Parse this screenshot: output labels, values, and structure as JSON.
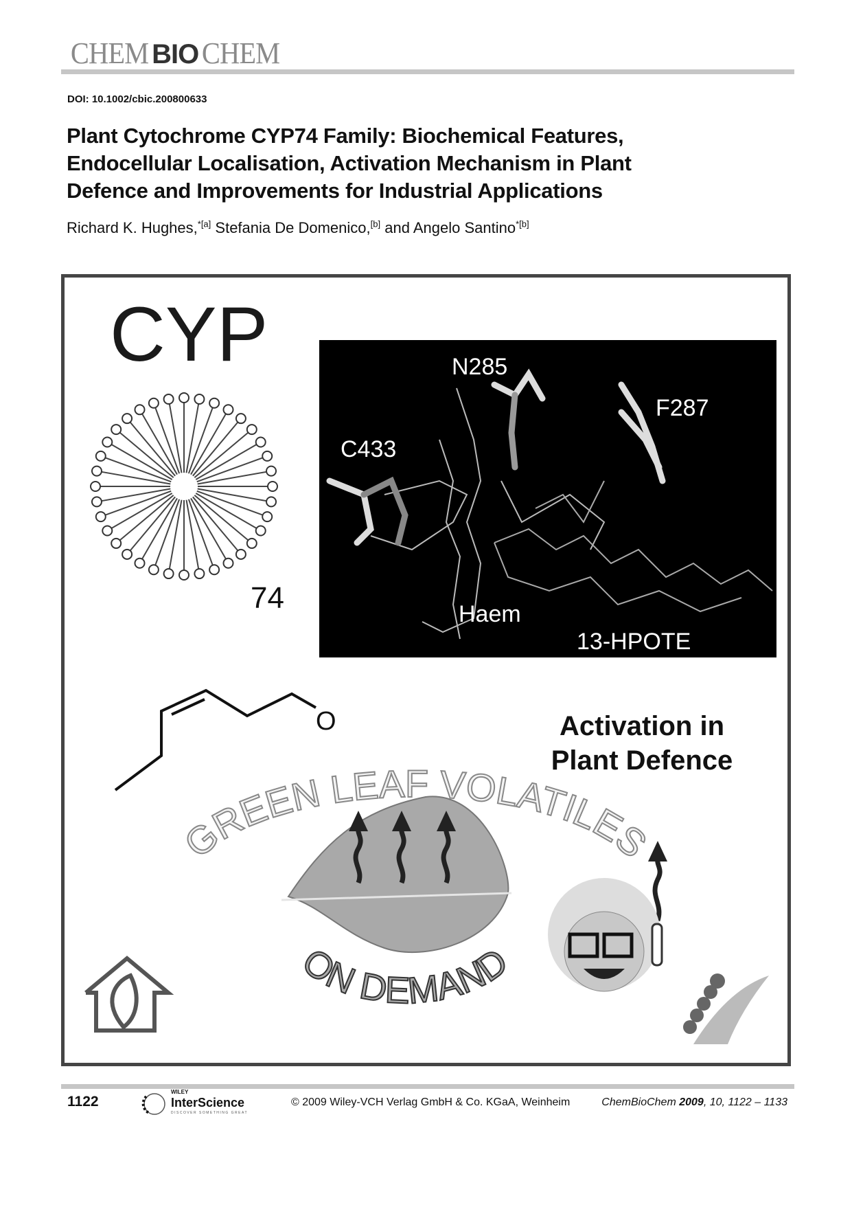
{
  "header": {
    "masthead_left": "CHEM",
    "masthead_mid": "BIO",
    "masthead_right": "CHEM",
    "doi": "DOI: 10.1002/cbic.200800633"
  },
  "article": {
    "title_lines": [
      "Plant Cytochrome CYP74 Family: Biochemical Features,",
      "Endocellular Localisation, Activation Mechanism in Plant",
      "Defence and Improvements for Industrial Applications"
    ],
    "authors": [
      {
        "name": "Richard K. Hughes,",
        "mark": "*[a]"
      },
      {
        "name": "Stefania De Domenico,",
        "mark": "[b]"
      },
      {
        "name": "and Angelo Santino",
        "mark": "*[b]"
      }
    ]
  },
  "figure": {
    "cyp_label": "CYP",
    "family_number": "74",
    "residue_labels": {
      "n285": "N285",
      "f287": "F287",
      "c433": "C433",
      "haem": "Haem",
      "substrate": "13-HPOTE"
    },
    "aldehyde_oxygen": "O",
    "activation_line1": "Activation in",
    "activation_line2": "Plant Defence",
    "arc_top": "GREEN LEAF VOLATILES",
    "arc_bottom": "ON DEMAND"
  },
  "footer": {
    "page_number": "1122",
    "logo_top": "WILEY",
    "logo_main": "InterScience",
    "logo_tagline": "DISCOVER SOMETHING GREAT",
    "copyright": "© 2009 Wiley-VCH Verlag GmbH & Co. KGaA, Weinheim",
    "journal": "ChemBioChem",
    "year": "2009",
    "volume_pages": ", 10, 1122 – 1133"
  },
  "colors": {
    "rule": "#c6c6c6",
    "frame": "#454545",
    "panel": "#000000"
  }
}
